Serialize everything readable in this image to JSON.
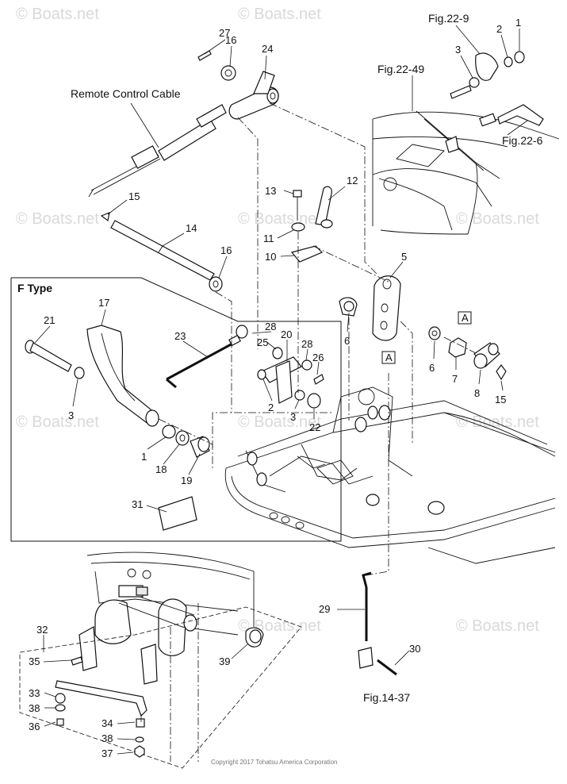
{
  "watermarks": [
    "© Boats.net",
    "© Boats.net",
    "© Boats.net",
    "© Boats.net",
    "© Boats.net",
    "© Boats.net",
    "© Boats.net",
    "© Boats.net",
    "© Boats.net",
    "© Boats.net"
  ],
  "copyright": "Copyright 2017 Tohatsu America Corporation",
  "frame_label": "F Type",
  "captions": {
    "remote_cable": "Remote Control Cable",
    "fig_22_9": "Fig.22-9",
    "fig_22_49": "Fig.22-49",
    "fig_22_6": "Fig.22-6",
    "fig_14_37": "Fig.14-37"
  },
  "ref_boxes": [
    "A",
    "A"
  ],
  "part_numbers": {
    "p1a": "1",
    "p2a": "2",
    "p3a": "3",
    "p27": "27",
    "p16a": "16",
    "p24": "24",
    "p13": "13",
    "p12": "12",
    "p15a": "15",
    "p14": "14",
    "p11": "11",
    "p10": "10",
    "p16b": "16",
    "p5": "5",
    "p17": "17",
    "p21": "21",
    "p23": "23",
    "p28a": "28",
    "p20": "20",
    "p25": "25",
    "p28b": "28",
    "p26": "26",
    "p6a": "6",
    "p6b": "6",
    "p7": "7",
    "p8": "8",
    "p15b": "15",
    "p3b": "3",
    "p2b": "2",
    "p3c": "3",
    "p22": "22",
    "p1b": "1",
    "p18": "18",
    "p19": "19",
    "p31": "31",
    "p32": "32",
    "p35": "35",
    "p33": "33",
    "p38a": "38",
    "p36": "36",
    "p34": "34",
    "p38b": "38",
    "p37": "37",
    "p39": "39",
    "p29": "29",
    "p30": "30"
  }
}
